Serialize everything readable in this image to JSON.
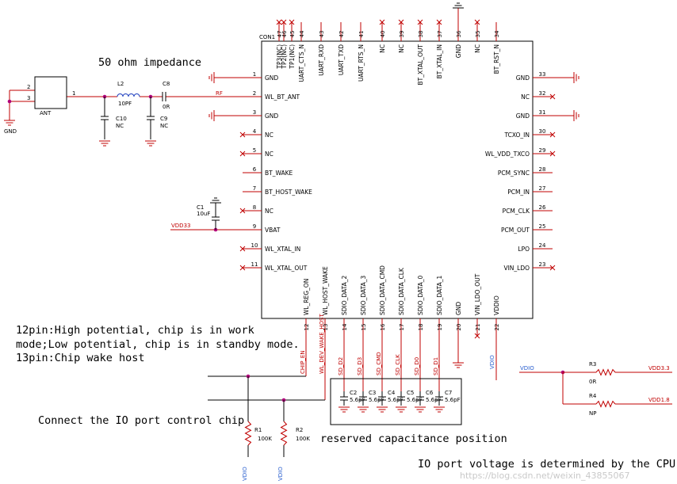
{
  "connector": {
    "ref": "CON1",
    "left_pins": [
      {
        "num": "1",
        "name": "GND",
        "conn": "gnd"
      },
      {
        "num": "2",
        "name": "WL_BT_ANT",
        "conn": "rf"
      },
      {
        "num": "3",
        "name": "GND",
        "conn": "gnd"
      },
      {
        "num": "4",
        "name": "NC",
        "conn": "nc"
      },
      {
        "num": "5",
        "name": "NC",
        "conn": "nc"
      },
      {
        "num": "6",
        "name": "BT_WAKE",
        "conn": "open"
      },
      {
        "num": "7",
        "name": "BT_HOST_WAKE",
        "conn": "open"
      },
      {
        "num": "8",
        "name": "NC",
        "conn": "nc"
      },
      {
        "num": "9",
        "name": "VBAT",
        "conn": "vbat"
      },
      {
        "num": "10",
        "name": "WL_XTAL_IN",
        "conn": "nc"
      },
      {
        "num": "11",
        "name": "WL_XTAL_OUT",
        "conn": "nc"
      }
    ],
    "right_pins": [
      {
        "num": "33",
        "name": "GND",
        "conn": "gnd"
      },
      {
        "num": "32",
        "name": "NC",
        "conn": "nc"
      },
      {
        "num": "31",
        "name": "GND",
        "conn": "gnd"
      },
      {
        "num": "30",
        "name": "TCXO_IN",
        "conn": "nc"
      },
      {
        "num": "29",
        "name": "WL_VDD_TXCO",
        "conn": "nc"
      },
      {
        "num": "28",
        "name": "PCM_SYNC",
        "conn": "open"
      },
      {
        "num": "27",
        "name": "PCM_IN",
        "conn": "open"
      },
      {
        "num": "26",
        "name": "PCM_CLK",
        "conn": "open"
      },
      {
        "num": "25",
        "name": "PCM_OUT",
        "conn": "open"
      },
      {
        "num": "24",
        "name": "LPO",
        "conn": "open"
      },
      {
        "num": "23",
        "name": "VIN_LDO",
        "conn": "nc"
      }
    ],
    "top_pins": [
      {
        "num": "47",
        "name": "TP3(NC)",
        "conn": "nc"
      },
      {
        "num": "46",
        "name": "TP2(NC)",
        "conn": "nc"
      },
      {
        "num": "45",
        "name": "TP1(NC)",
        "conn": "nc"
      },
      {
        "num": "44",
        "name": "UART_CTS_N",
        "conn": "open"
      },
      {
        "num": "43",
        "name": "UART_RXD",
        "conn": "open"
      },
      {
        "num": "42",
        "name": "UART_TXD",
        "conn": "open"
      },
      {
        "num": "41",
        "name": "UART_RTS_N",
        "conn": "open"
      },
      {
        "num": "40",
        "name": "NC",
        "conn": "nc"
      },
      {
        "num": "39",
        "name": "NC",
        "conn": "nc"
      },
      {
        "num": "38",
        "name": "BT_XTAL_OUT",
        "conn": "nc"
      },
      {
        "num": "37",
        "name": "BT_XTAL_IN",
        "conn": "nc"
      },
      {
        "num": "36",
        "name": "GND",
        "conn": "gnd"
      },
      {
        "num": "35",
        "name": "NC",
        "conn": "nc"
      },
      {
        "num": "34",
        "name": "BT_RST_N",
        "conn": "open"
      }
    ],
    "bottom_pins": [
      {
        "num": "12",
        "name": "WL_REG_ON",
        "conn": "net"
      },
      {
        "num": "13",
        "name": "WL_HOST_WAKE",
        "conn": "net"
      },
      {
        "num": "14",
        "name": "SDIO_DATA_2",
        "conn": "net"
      },
      {
        "num": "15",
        "name": "SDIO_DATA_3",
        "conn": "net"
      },
      {
        "num": "16",
        "name": "SDIO_DATA_CMD",
        "conn": "net"
      },
      {
        "num": "17",
        "name": "SDIO_DATA_CLK",
        "conn": "net"
      },
      {
        "num": "18",
        "name": "SDIO_DATA_0",
        "conn": "net"
      },
      {
        "num": "19",
        "name": "SDIO_DATA_1",
        "conn": "net"
      },
      {
        "num": "20",
        "name": "GND",
        "conn": "gnd"
      },
      {
        "num": "21",
        "name": "VIN_LDO_OUT",
        "conn": "nc"
      },
      {
        "num": "22",
        "name": "VDDIO",
        "conn": "vddio"
      }
    ]
  },
  "antenna": {
    "ref": "ANT",
    "pins": [
      "2",
      "3",
      "1"
    ],
    "gnd": "GND"
  },
  "parts": {
    "L2": {
      "ref": "L2",
      "val": "10PF"
    },
    "C8": {
      "ref": "C8",
      "val": "0R"
    },
    "C10": {
      "ref": "C10",
      "val": "NC"
    },
    "C9": {
      "ref": "C9",
      "val": "NC"
    },
    "C1": {
      "ref": "C1",
      "val": "10uF"
    },
    "R1": {
      "ref": "R1",
      "val": "100K"
    },
    "R2": {
      "ref": "R2",
      "val": "100K"
    },
    "R3": {
      "ref": "R3",
      "val": "0R"
    },
    "R4": {
      "ref": "R4",
      "val": "NP"
    }
  },
  "sdio_caps": [
    {
      "ref": "C2",
      "val": "5.6pF"
    },
    {
      "ref": "C3",
      "val": "5.6pF"
    },
    {
      "ref": "C4",
      "val": "5.6pF"
    },
    {
      "ref": "C5",
      "val": "5.6pF"
    },
    {
      "ref": "C6",
      "val": "5.6pF"
    },
    {
      "ref": "C7",
      "val": "5.6pF"
    }
  ],
  "nets": {
    "rf": "RF",
    "vdd33": "VDD33",
    "chip_en": "CHIP_EN",
    "wl_dev_wake_host": "WL_DEV_WAKE_HOST",
    "sd_d2": "SD_D2",
    "sd_d3": "SD_D3",
    "sd_cmd": "SD_CMD",
    "sd_clk": "SD_CLK",
    "sd_d0": "SD_D0",
    "sd_d1": "SD_D1",
    "vdio": "VDIO",
    "vdd3v3": "VDD3.3",
    "vdd1v8": "VDD1.8"
  },
  "annotations": {
    "impedance": "50 ohm impedance",
    "pin12_line1": "12pin:High potential, chip is in work",
    "pin12_line2": "mode;Low potential, chip is in standby mode.",
    "pin13": "13pin:Chip wake host",
    "io_port": "Connect the IO port control chip",
    "reserved": "reserved capacitance position",
    "io_voltage": "IO port voltage is determined by the CPU"
  },
  "watermark": "https://blog.csdn.net/weixin_43855067",
  "colors": {
    "wire_red": "#c00000",
    "wire_blue": "#1f3fbf",
    "junction": "#b0007a",
    "net_blue": "#2a5fcf"
  }
}
